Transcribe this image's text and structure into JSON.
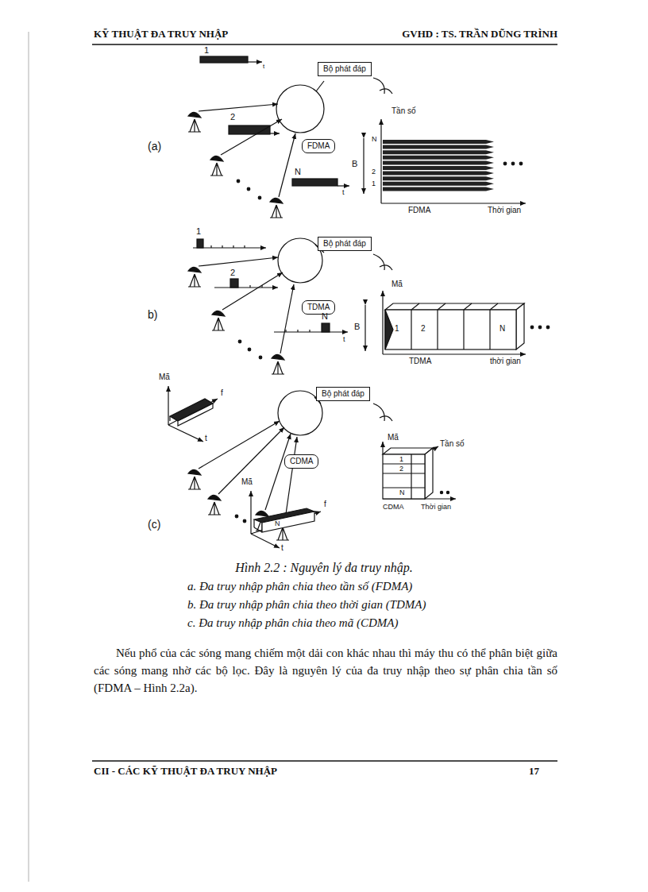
{
  "diagram": {
    "caption": "Hình 2.2 : Nguyên lý đa truy nhập.",
    "nodes": [
      {
        "text": [
          "Bộ phát đáp"
        ]
      },
      {
        "text": [
          "FDMA"
        ]
      },
      {
        "text": [
          "Bộ phát đáp"
        ]
      },
      {
        "text": [
          "TDMA"
        ]
      },
      {
        "text": [
          "Bộ phát đáp"
        ]
      },
      {
        "text": [
          "CDMA"
        ]
      }
    ],
    "labels": [
      "KỸ THUẬT ĐA TRUY NHẬP",
      "GVHD : TS. TRẦN DŨNG TRÌNH",
      "1",
      "t",
      "2",
      "N",
      "t",
      "Tần số",
      "B",
      "N",
      "2",
      "1",
      "FDMA",
      "Thời gian",
      "(a)",
      "1",
      "2",
      "N",
      "t",
      "Mã",
      "B",
      "1",
      "2",
      "N",
      "TDMA",
      "thời gian",
      "b)",
      "Mã",
      "f",
      "t",
      "Mã",
      "f",
      "t",
      "N",
      "Mã",
      "Tần số",
      "1",
      "2",
      "N",
      "CDMA",
      "Thời gian",
      "(c)",
      "a. Đa truy nhập phân chia theo tần số (FDMA)",
      "b. Đa truy nhập phân chia theo thời gian (TDMA)",
      "c. Đa truy nhập phân chia theo mã (CDMA)",
      "Nếu phổ của các sóng mang chiếm một dải con khác nhau thì máy thu có thể phân biệt giữa các sóng mang nhờ các bộ lọc. Đây là nguyên lý của đa truy nhập theo sự phân chia tần số (FDMA – Hình 2.2a).",
      "CII - CÁC KỸ THUẬT ĐA TRUY NHẬP",
      "17"
    ]
  }
}
